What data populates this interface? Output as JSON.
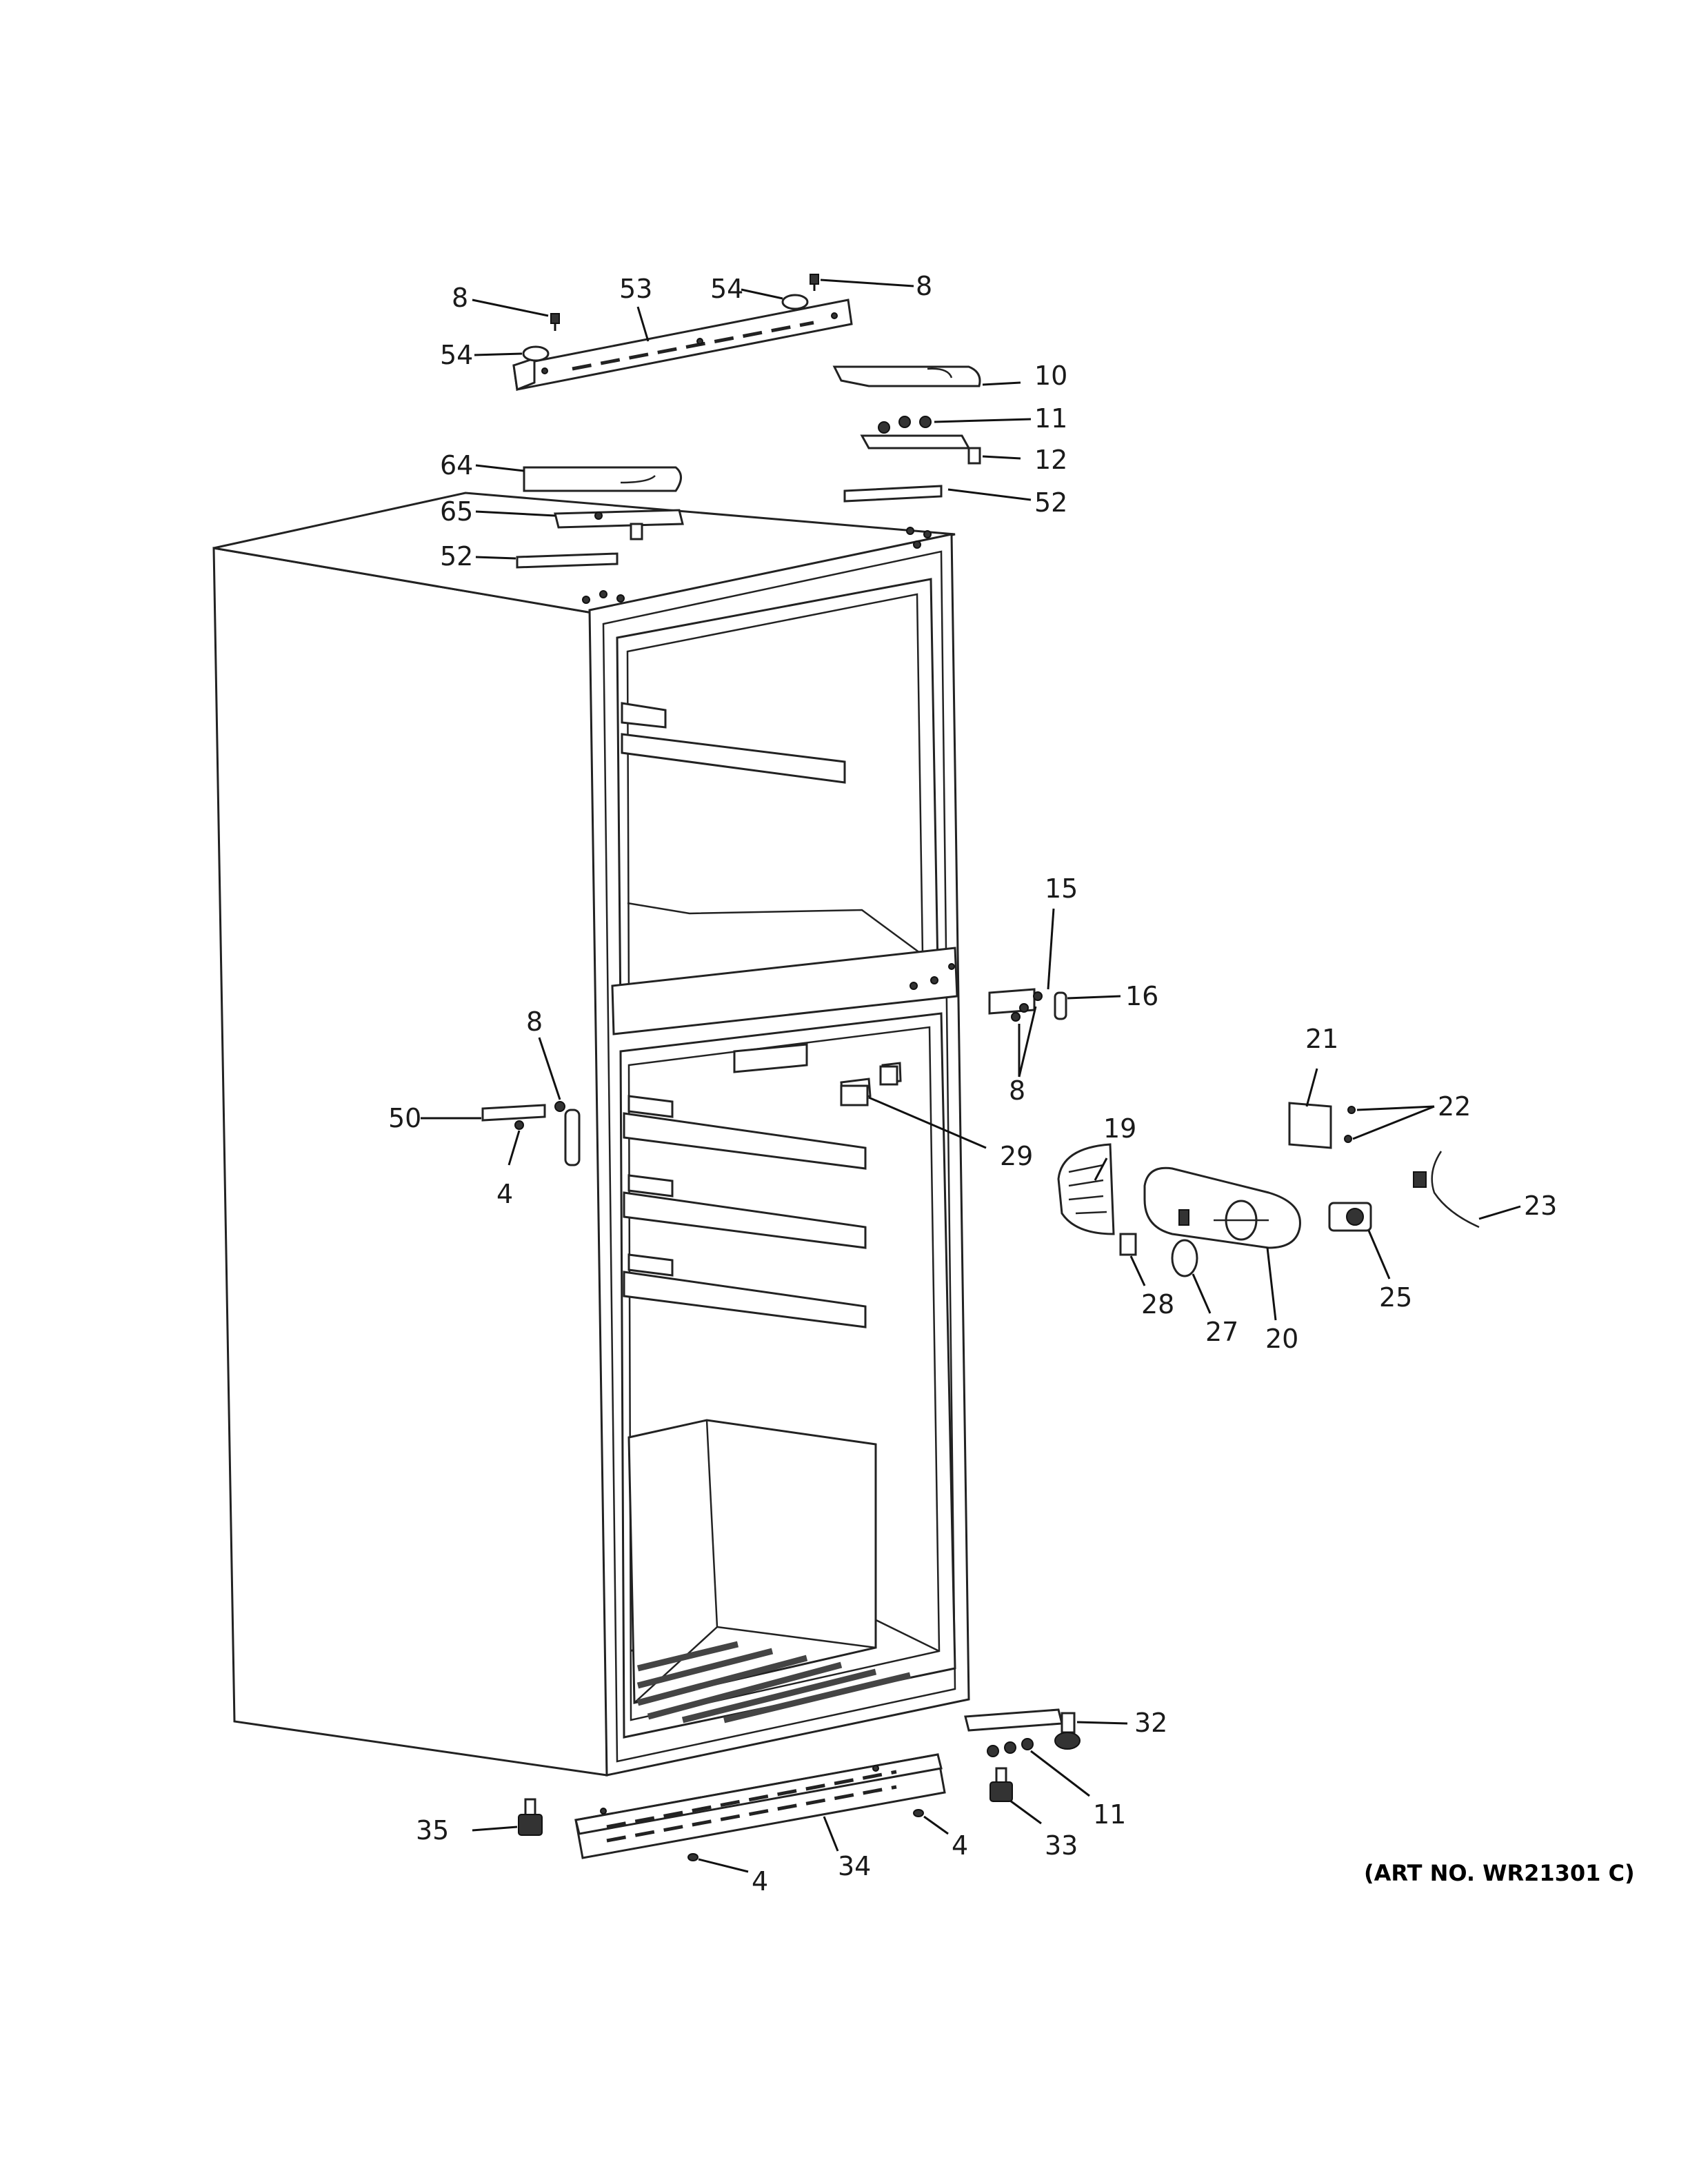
{
  "art_number": "(ART NO. WR21301 C)",
  "callouts": {
    "c8_top_left": "8",
    "c53": "53",
    "c54_top": "54",
    "c8_top_right": "8",
    "c54_left": "54",
    "c10": "10",
    "c11_top": "11",
    "c12": "12",
    "c64": "64",
    "c52_right": "52",
    "c65": "65",
    "c52_left": "52",
    "c15": "15",
    "c16": "16",
    "c8_mid_right": "8",
    "c8_mid_left": "8",
    "c50": "50",
    "c4_mid": "4",
    "c21": "21",
    "c22": "22",
    "c29": "29",
    "c19": "19",
    "c23": "23",
    "c28": "28",
    "c27": "27",
    "c20": "20",
    "c25": "25",
    "c32": "32",
    "c11_bottom": "11",
    "c33": "33",
    "c35": "35",
    "c4_bottom_right": "4",
    "c34": "34",
    "c4_bottom": "4"
  },
  "colors": {
    "line": "#222222",
    "background": "#ffffff"
  }
}
